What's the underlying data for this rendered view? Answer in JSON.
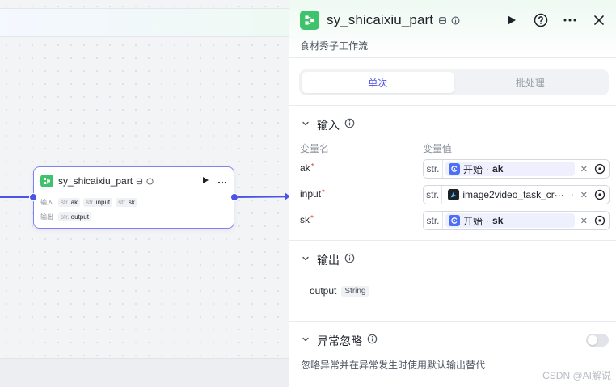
{
  "canvas": {
    "node": {
      "title": "sy_shicaixiu_part",
      "input_label": "输入",
      "output_label": "输出",
      "inputs": [
        {
          "type": "str.",
          "name": "ak"
        },
        {
          "type": "str.",
          "name": "input"
        },
        {
          "type": "str.",
          "name": "sk"
        }
      ],
      "outputs": [
        {
          "type": "str.",
          "name": "output"
        }
      ]
    }
  },
  "panel": {
    "title": "sy_shicaixiu_part",
    "description": "食材秀子工作流",
    "tabs": [
      {
        "label": "单次",
        "active": true
      },
      {
        "label": "批处理",
        "active": false
      }
    ],
    "input_section": {
      "title": "输入",
      "col_name": "变量名",
      "col_value": "变量值",
      "rows": [
        {
          "name": "ak",
          "required_mark": "*",
          "type": "str.",
          "ref_source": "开始",
          "ref_sep": "·",
          "ref_var": "ak",
          "icon": "start-icon"
        },
        {
          "name": "input",
          "required_mark": "*",
          "type": "str.",
          "ref_text": "image2video_task_cr···",
          "ref_sep": "·",
          "icon": "image2video-icon"
        },
        {
          "name": "sk",
          "required_mark": "*",
          "type": "str.",
          "ref_source": "开始",
          "ref_sep": "·",
          "ref_var": "sk",
          "icon": "start-icon"
        }
      ]
    },
    "output_section": {
      "title": "输出",
      "name": "output",
      "type": "String"
    },
    "ignore_section": {
      "title": "异常忽略",
      "enabled": false,
      "description": "忽略异常并在异常发生时使用默认输出替代"
    }
  },
  "watermark": "CSDN @AI解说",
  "colors": {
    "accent": "#4d53e8",
    "app_icon": "#3ec26b",
    "start_icon": "#4d6ef5",
    "required": "#e04b3c"
  }
}
